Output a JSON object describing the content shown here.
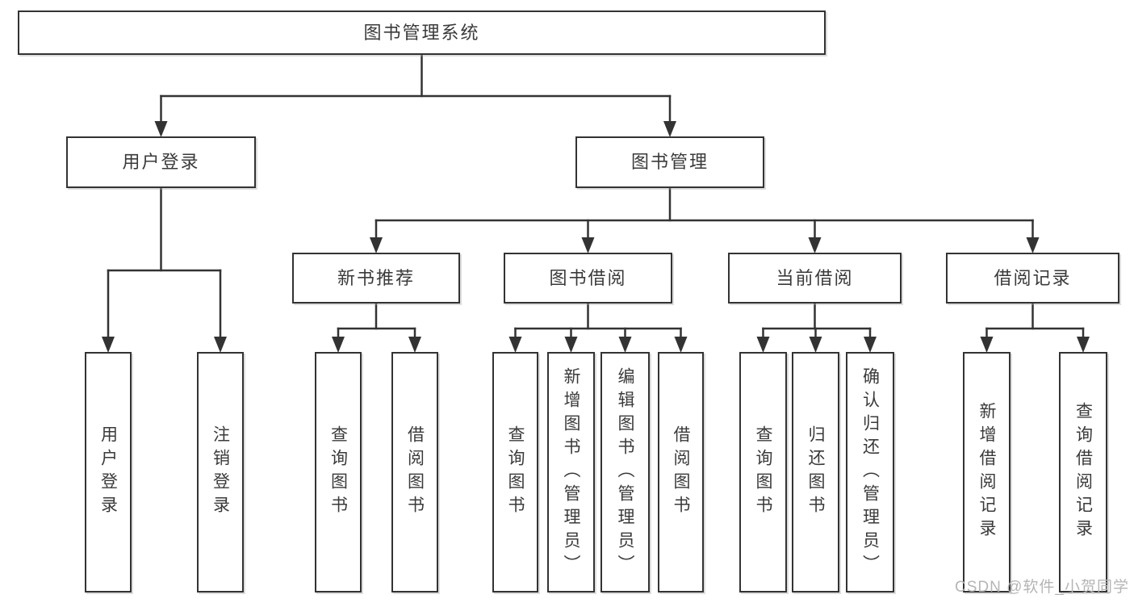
{
  "colors": {
    "line": "#333333",
    "text": "#3a3a3a",
    "box_bg": "#ffffff",
    "watermark": "#b5b5b5"
  },
  "watermark": {
    "text": "CSDN @软件_小贺同学"
  },
  "diagram": {
    "title": "图书管理系统",
    "nodes": [
      {
        "id": "root",
        "label": "图书管理系统",
        "orientation": "horizontal",
        "children": [
          "user-login",
          "book-mgmt"
        ]
      },
      {
        "id": "user-login",
        "label": "用户登录",
        "orientation": "horizontal",
        "children": [
          "leaf-user-login",
          "leaf-logout"
        ]
      },
      {
        "id": "book-mgmt",
        "label": "图书管理",
        "orientation": "horizontal",
        "children": [
          "new-book-rec",
          "book-borrow",
          "current-borrow",
          "borrow-records"
        ]
      },
      {
        "id": "new-book-rec",
        "label": "新书推荐",
        "orientation": "horizontal",
        "children": [
          "rec-query-book",
          "rec-borrow-book"
        ]
      },
      {
        "id": "book-borrow",
        "label": "图书借阅",
        "orientation": "horizontal",
        "children": [
          "bb-query-book",
          "bb-add-book",
          "bb-edit-book",
          "bb-borrow-book"
        ]
      },
      {
        "id": "current-borrow",
        "label": "当前借阅",
        "orientation": "horizontal",
        "children": [
          "cb-query-book",
          "cb-return-book",
          "cb-confirm-return"
        ]
      },
      {
        "id": "borrow-records",
        "label": "借阅记录",
        "orientation": "horizontal",
        "children": [
          "br-add-record",
          "br-query-record"
        ]
      },
      {
        "id": "leaf-user-login",
        "label": "用户登录",
        "orientation": "vertical",
        "children": []
      },
      {
        "id": "leaf-logout",
        "label": "注销登录",
        "orientation": "vertical",
        "children": []
      },
      {
        "id": "rec-query-book",
        "label": "查询图书",
        "orientation": "vertical",
        "children": []
      },
      {
        "id": "rec-borrow-book",
        "label": "借阅图书",
        "orientation": "vertical",
        "children": []
      },
      {
        "id": "bb-query-book",
        "label": "查询图书",
        "orientation": "vertical",
        "children": []
      },
      {
        "id": "bb-add-book",
        "label": "新增图书（管理员）",
        "orientation": "vertical",
        "children": []
      },
      {
        "id": "bb-edit-book",
        "label": "编辑图书（管理员）",
        "orientation": "vertical",
        "children": []
      },
      {
        "id": "bb-borrow-book",
        "label": "借阅图书",
        "orientation": "vertical",
        "children": []
      },
      {
        "id": "cb-query-book",
        "label": "查询图书",
        "orientation": "vertical",
        "children": []
      },
      {
        "id": "cb-return-book",
        "label": "归还图书",
        "orientation": "vertical",
        "children": []
      },
      {
        "id": "cb-confirm-return",
        "label": "确认归还（管理员）",
        "orientation": "vertical",
        "children": []
      },
      {
        "id": "br-add-record",
        "label": "新增借阅记录",
        "orientation": "vertical",
        "children": []
      },
      {
        "id": "br-query-record",
        "label": "查询借阅记录",
        "orientation": "vertical",
        "children": []
      }
    ]
  }
}
